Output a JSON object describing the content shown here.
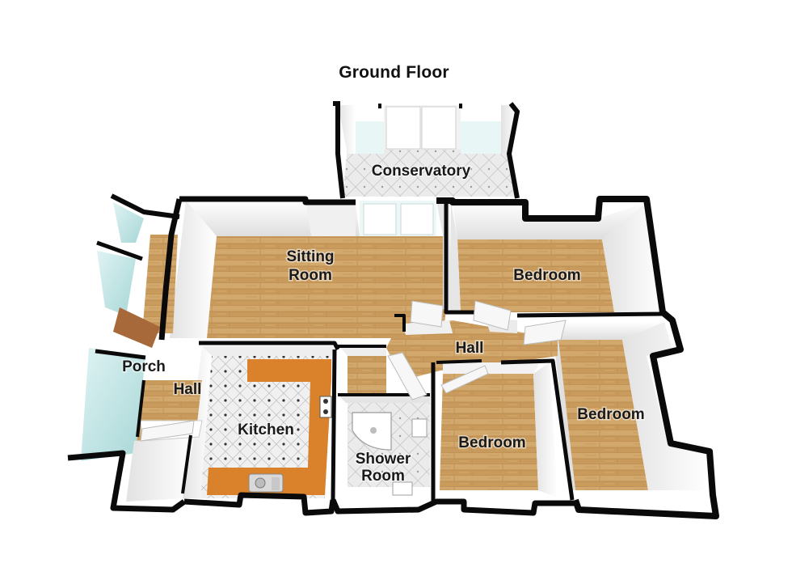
{
  "title": "Ground Floor",
  "rooms": {
    "conservatory": "Conservatory",
    "sitting_room_line1": "Sitting",
    "sitting_room_line2": "Room",
    "bedroom_1": "Bedroom",
    "bedroom_2": "Bedroom",
    "bedroom_3": "Bedroom",
    "hall_main": "Hall",
    "porch": "Porch",
    "hall_entry": "Hall",
    "kitchen": "Kitchen",
    "shower_room_line1": "Shower",
    "shower_room_line2": "Room"
  },
  "colors": {
    "wood_floor": "#c89a5c",
    "tile_floor": "#e9e9e9",
    "wall_top": "#0a0a0a",
    "wall_face": "#f4f4f4",
    "worktop": "#d9822b"
  }
}
